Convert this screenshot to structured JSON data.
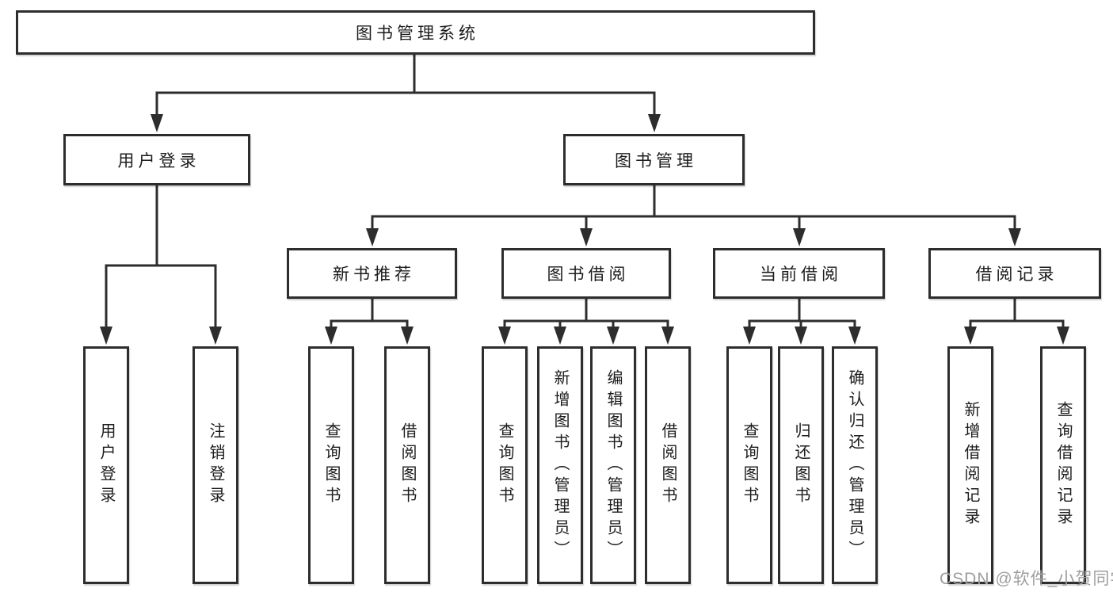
{
  "diagram_title": "图书管理系统",
  "modules": {
    "user_login": {
      "label": "用户登录",
      "children": {
        "login": "用户登录",
        "logout": "注销登录"
      }
    },
    "book_management": {
      "label": "图书管理",
      "sections": {
        "new_book_recommend": {
          "label": "新书推荐",
          "children": {
            "query_books": "查询图书",
            "borrow_books": "借阅图书"
          }
        },
        "book_borrowing": {
          "label": "图书借阅",
          "children": {
            "query_books": "查询图书",
            "add_books_admin": "新增图书（管理员）",
            "edit_books_admin": "编辑图书（管理员）",
            "borrow_books": "借阅图书"
          }
        },
        "current_borrowing": {
          "label": "当前借阅",
          "children": {
            "query_books": "查询图书",
            "return_books": "归还图书",
            "confirm_return_admin": "确认归还（管理员）"
          }
        },
        "borrowing_records": {
          "label": "借阅记录",
          "children": {
            "add_borrow_record": "新增借阅记录",
            "query_borrow_record": "查询借阅记录"
          }
        }
      }
    }
  },
  "watermark": "CSDN @软件_小贺同学",
  "colors": {
    "line": "#2d2d2d",
    "text": "#1c1c1c",
    "box_fill": "#ffffff",
    "watermark": "#9e9e9e",
    "background": "#ffffff"
  }
}
